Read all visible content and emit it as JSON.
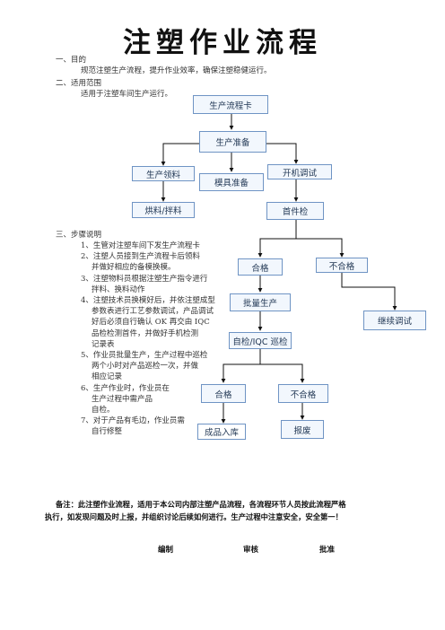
{
  "doc": {
    "title": "注塑作业流程",
    "sections": {
      "purpose_heading": "一、目的",
      "purpose_text": "规范注塑生产流程，提升作业效率，确保注塑稳健运行。",
      "scope_heading": "二、适用范围",
      "scope_text": "适用于注塑车间生产运行。",
      "steps_heading": "三、步骤说明"
    },
    "steps": [
      [
        "1、生管对注塑车间下发生产流程卡"
      ],
      [
        "2、注塑人员接到生产流程卡后领料",
        "并做好相应的备模换模。"
      ],
      [
        "3、注塑物料员根据注塑生产指令进行",
        "拌料、换料动作"
      ],
      [
        "4、注塑技术员换模好后，并依注塑成型",
        "参数表进行工艺参数调试，产品调试",
        "好后必须自行确认 OK 再交由 IQC",
        "品检检测首件，并做好手机检测",
        "记录表"
      ],
      [
        "5、作业员批量生产，生产过程中巡检",
        "两个小时对产品巡检一次，并做",
        "相应记录"
      ],
      [
        "6、生产作业时，作业员在",
        "生产过程中需产品",
        "自检。"
      ],
      [
        "7、对于产品有毛边，作业员需",
        "自行修整"
      ]
    ],
    "note_lines": [
      "备注：此注塑作业流程，适用于本公司内部注塑产品流程，各流程环节人员按此流程严格",
      "执行，如发现问题及时上报，并组织讨论后续如何进行。生产过程中注意安全，安全第一！"
    ],
    "signoff": {
      "prepared": "编制",
      "reviewed": "审核",
      "approved": "批准"
    }
  },
  "flow": {
    "card": "生产流程卡",
    "prep": "生产准备",
    "material": "生产领料",
    "mold": "模具准备",
    "debug": "开机调试",
    "mixing": "烘料/拌料",
    "first_article": "首件检",
    "pass1": "合格",
    "fail1": "不合格",
    "continue_debug": "继续调试",
    "mass_production": "批量生产",
    "inspection": "自检/IQC 巡检",
    "pass2": "合格",
    "fail2": "不合格",
    "warehouse": "成品入库",
    "scrap": "报废"
  }
}
